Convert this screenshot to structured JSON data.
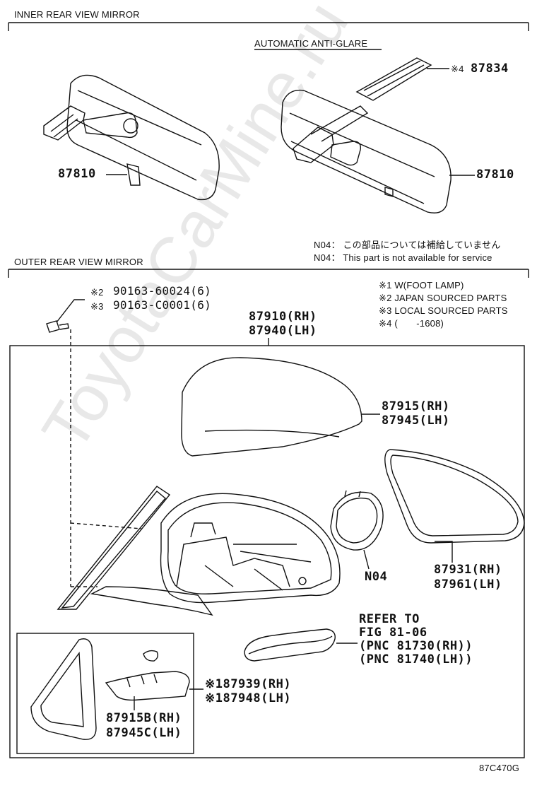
{
  "sections": {
    "inner_title": "INNER REAR VIEW MIRROR",
    "outer_title": "OUTER REAR VIEW MIRROR",
    "auto_anti_glare": "AUTOMATIC ANTI-GLARE"
  },
  "notes": {
    "n04_jp": "N04： この部品については補給していません",
    "n04_en": "N04： This part is not available for service"
  },
  "legend": [
    "※1 W(FOOT LAMP)",
    "※2 JAPAN SOURCED PARTS",
    "※3 LOCAL SOURCED PARTS",
    "※4 (　　-1608)"
  ],
  "parts": {
    "p87810_left": "87810",
    "p87810_right": "87810",
    "p87834_mark": "※4",
    "p87834": "87834",
    "bolt_1_mark": "※2",
    "bolt_1": "90163-60024(6)",
    "bolt_2_mark": "※3",
    "bolt_2": "90163-C0001(6)",
    "assy_rh": "87910(RH)",
    "assy_lh": "87940(LH)",
    "cover_rh": "87915(RH)",
    "cover_lh": "87945(LH)",
    "glass_rh": "87931(RH)",
    "glass_lh": "87961(LH)",
    "n04": "N04",
    "refer_1": "REFER TO",
    "refer_2": "FIG 81-06",
    "refer_3": "(PNC 81730(RH))",
    "refer_4": "(PNC 81740(LH))",
    "lamp_rh": "※187939(RH)",
    "lamp_lh": "※187948(LH)",
    "cap_rh": "87915B(RH)",
    "cap_lh": "87945C(LH)"
  },
  "watermark": "ToyotaCarMine.ru",
  "fig_code": "87C470G"
}
